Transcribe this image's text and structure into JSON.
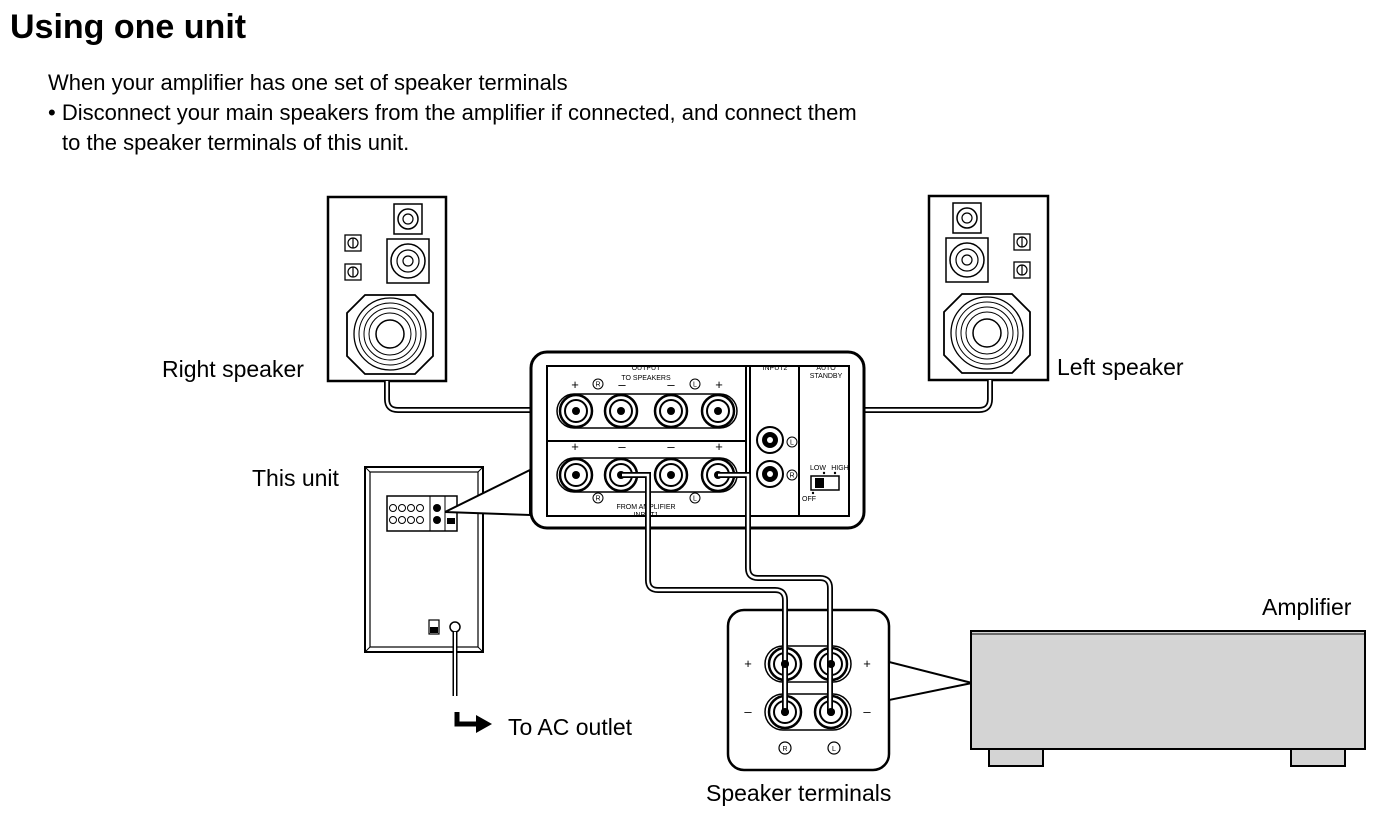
{
  "page": {
    "title": "Using one unit",
    "intro_line1": "When your amplifier has one set of speaker terminals",
    "intro_line2": "• Disconnect your main speakers from the amplifier if connected, and connect them",
    "intro_line3": "to the speaker terminals of this unit."
  },
  "labels": {
    "right_speaker": "Right speaker",
    "left_speaker": "Left speaker",
    "this_unit": "This unit",
    "amplifier": "Amplifier",
    "to_ac_outlet": "To AC outlet",
    "speaker_terminals": "Speaker terminals"
  },
  "panel": {
    "output": "OUTPUT",
    "to_speakers": "TO SPEAKERS",
    "input2": "INPUT2",
    "auto": "AUTO",
    "standby": "STANDBY",
    "from_amplifier": "FROM AMPLIFIER",
    "input1": "INPUT1",
    "low": "LOW",
    "high": "HIGH",
    "off": "OFF",
    "r": "R",
    "l": "L",
    "plus": "+",
    "minus": "–"
  }
}
